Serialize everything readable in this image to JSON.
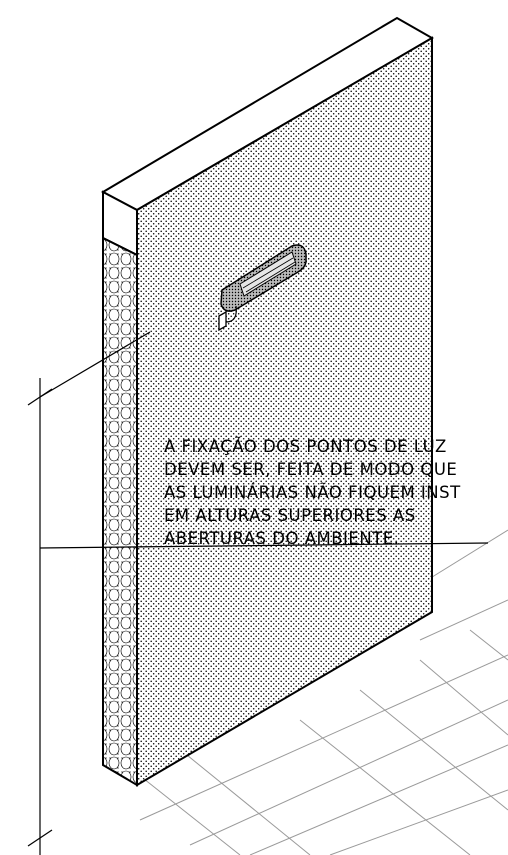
{
  "note": {
    "lines": [
      "A FIXAÇÃO DOS PONTOS DE LUZ",
      "DEVEM SER, FEITA DE MODO QUE",
      "AS LUMINÁRIAS NÃO FIQUEM INST",
      "EM ALTURAS SUPERIORES AS",
      "ABERTURAS DO AMBIENTE."
    ]
  },
  "colors": {
    "ink": "#000000",
    "background": "#ffffff",
    "floor_grid": "#9a9a9a"
  }
}
